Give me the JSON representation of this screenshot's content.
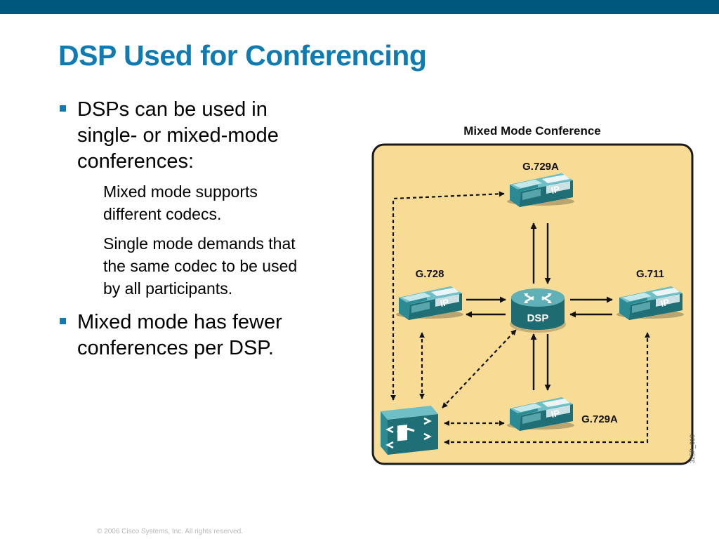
{
  "slide": {
    "title": "DSP Used for Conferencing",
    "bullets": [
      {
        "text": "DSPs can be used in single- or mixed-mode conferences:",
        "lines": [
          "DSPs can be used in",
          "single- or mixed-mode",
          "conferences:"
        ],
        "sub": [
          {
            "text": "Mixed mode supports different codecs.",
            "lines": [
              "Mixed mode supports",
              "different codecs."
            ]
          },
          {
            "text": "Single mode demands that the same codec to be used by all participants.",
            "lines": [
              "Single mode demands that",
              "the same codec to be used",
              "by all participants."
            ]
          }
        ]
      },
      {
        "text": "Mixed mode has fewer conferences per DSP.",
        "lines": [
          "Mixed mode has fewer",
          "conferences per DSP."
        ]
      }
    ],
    "footer": "© 2006 Cisco Systems, Inc. All rights reserved.",
    "figure_code": "325P_018"
  },
  "diagram": {
    "title": "Mixed Mode Conference",
    "dsp_label": "DSP",
    "phone_badge": "IP",
    "phones": {
      "top": {
        "codec": "G.729A"
      },
      "left": {
        "codec": "G.728"
      },
      "right": {
        "codec": "G.711"
      },
      "bottom": {
        "codec": "G.729A"
      }
    },
    "colors": {
      "panel_fill": "#f8dc96",
      "panel_border": "#1a1a1a",
      "device_teal": "#2e8f97",
      "device_dark": "#1e6c72",
      "accent_blue": "#0f7bb3",
      "top_bar": "#00577e"
    }
  }
}
